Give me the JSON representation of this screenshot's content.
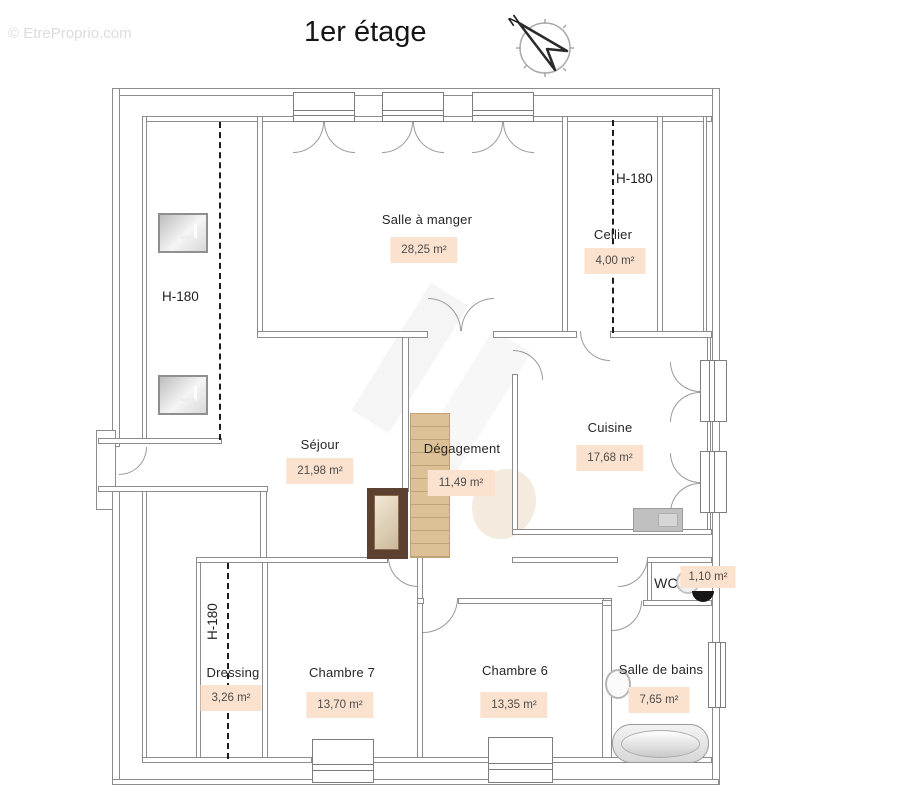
{
  "watermark": "© EtreProprio.com",
  "header": {
    "title": "1er étage",
    "compass_label": "N"
  },
  "rooms": [
    {
      "name": "Salle à manger",
      "area": "28,25 m²"
    },
    {
      "name": "Cellier",
      "area": "4,00 m²"
    },
    {
      "name": "Séjour",
      "area": "21,98 m²"
    },
    {
      "name": "Dégagement",
      "area": "11,49 m²"
    },
    {
      "name": "Cuisine",
      "area": "17,68 m²"
    },
    {
      "name": "WC",
      "area": "1,10 m²"
    },
    {
      "name": "Dressing",
      "area": "3,26 m²"
    },
    {
      "name": "Chambre 7",
      "area": "13,70 m²"
    },
    {
      "name": "Chambre 6",
      "area": "13,35 m²"
    },
    {
      "name": "Salle de bains",
      "area": "7,65 m²"
    }
  ],
  "height_labels": [
    {
      "text": "H-180"
    },
    {
      "text": "H-180"
    },
    {
      "text": "H-180"
    }
  ],
  "colors": {
    "area_badge_bg": "#fbe2cf",
    "wall_line": "#8c8c8c",
    "wood": "#dcc096",
    "stair_trim": "#5d4130",
    "watermark_gray": "#dcdcdc"
  }
}
